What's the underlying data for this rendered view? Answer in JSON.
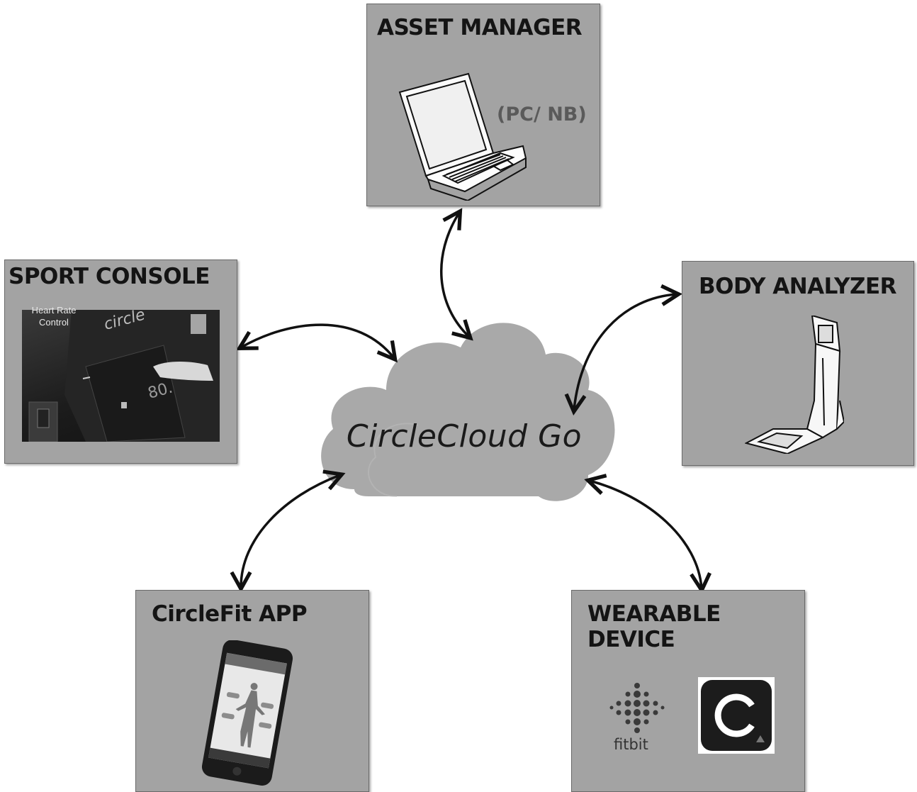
{
  "center": {
    "label": "CircleCloud Go"
  },
  "asset_manager": {
    "title": "ASSET MANAGER",
    "note": "(PC/ NB)",
    "icon": "laptop-icon"
  },
  "sport_console": {
    "title": "SPORT CONSOLE",
    "screen_label": "Heart Rate Control",
    "icon": "console-photo"
  },
  "body_analyzer": {
    "title": "BODY ANALYZER",
    "icon": "body-analyzer-icon"
  },
  "circlefit_app": {
    "title": "CircleFit APP",
    "icon": "smartphone-icon"
  },
  "wearable_device": {
    "title": "WEARABLE DEVICE",
    "brand": "fitbit",
    "icons": [
      "fitbit-logo",
      "circle-app-logo"
    ]
  },
  "colors": {
    "box_fill": "#a3a3a3",
    "cloud_fill": "#a8a8a8",
    "arrow": "#111111"
  }
}
